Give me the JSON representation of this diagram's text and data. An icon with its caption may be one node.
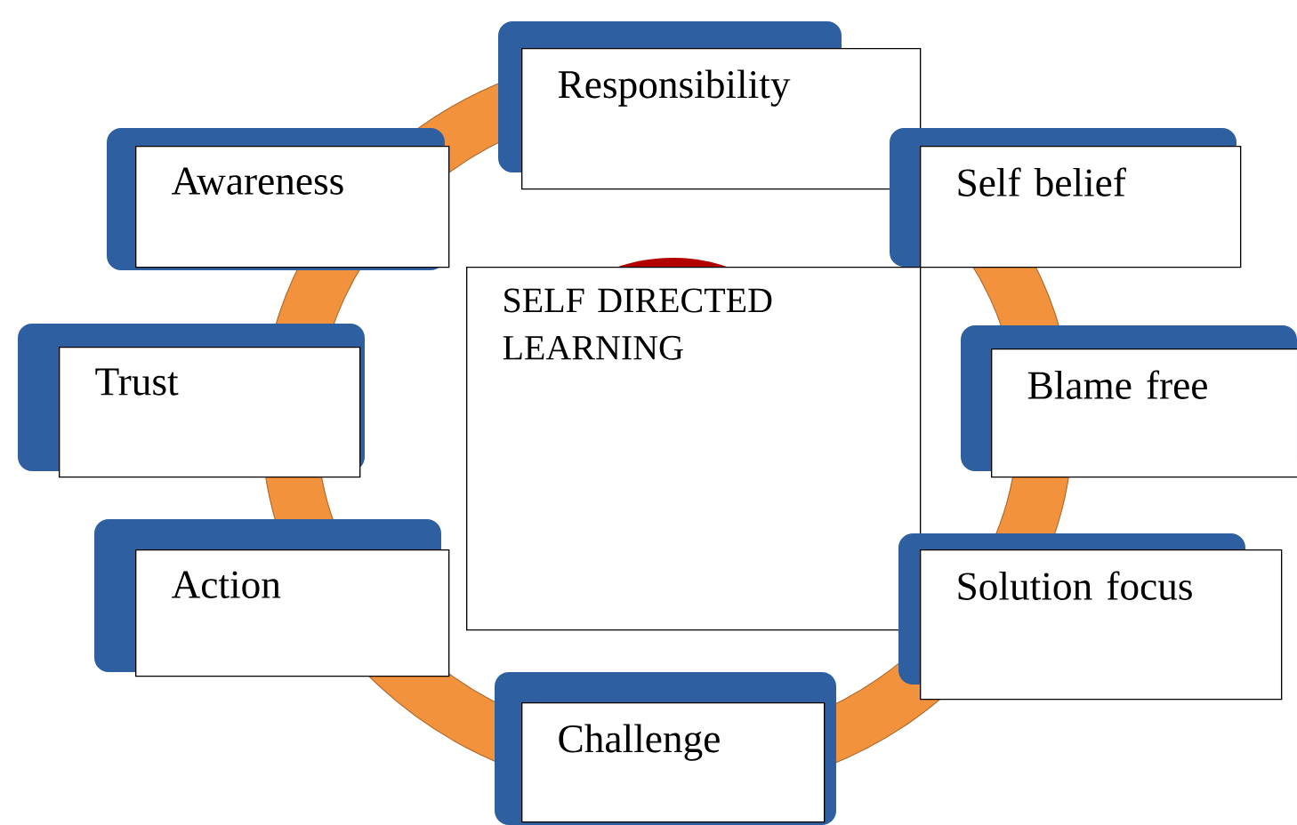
{
  "diagram": {
    "nodes": [
      {
        "text": [
          "Responsibility"
        ]
      },
      {
        "text": [
          "Awareness"
        ]
      },
      {
        "text": [
          "Self belief"
        ]
      },
      {
        "text": [
          "SELF DIRECTED LEARNING"
        ]
      },
      {
        "text": [
          "Trust"
        ]
      },
      {
        "text": [
          "Blame free"
        ]
      },
      {
        "text": [
          "Action"
        ]
      },
      {
        "text": [
          "Solution focus"
        ]
      },
      {
        "text": [
          "Challenge"
        ]
      }
    ]
  }
}
